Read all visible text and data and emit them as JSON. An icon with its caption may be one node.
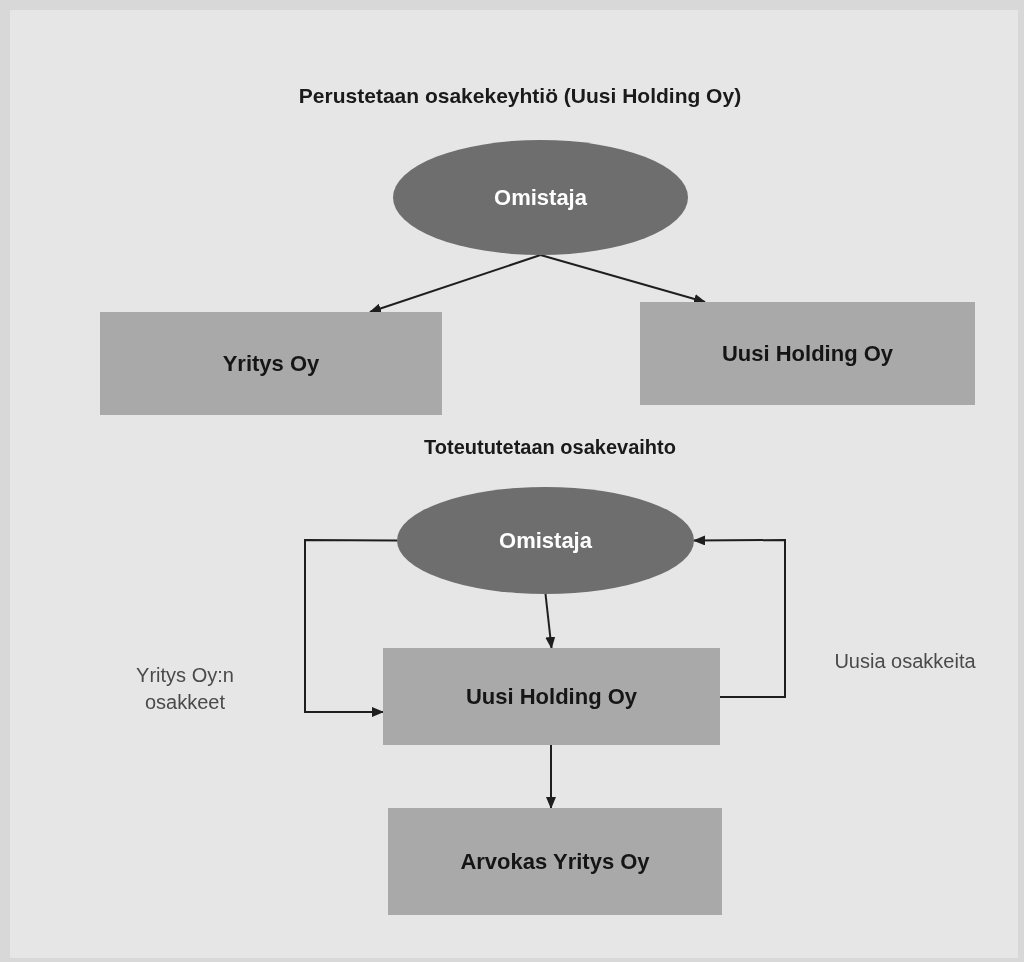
{
  "diagram": {
    "title": "Perustetaan osakekeyhtiö (Uusi Holding Oy)",
    "nodes": [
      {
        "text": [
          "Omistaja"
        ]
      },
      {
        "text": [
          "Yritys Oy"
        ]
      },
      {
        "text": [
          "Uusi Holding Oy"
        ]
      },
      {
        "text": [
          "Omistaja"
        ]
      },
      {
        "text": [
          "Uusi Holding Oy"
        ]
      },
      {
        "text": [
          "Arvokas Yritys Oy"
        ]
      }
    ],
    "edges": [
      {
        "from": 0,
        "to": 1,
        "arrow": "to"
      },
      {
        "from": 0,
        "to": 2,
        "arrow": "to"
      },
      {
        "from": 3,
        "to": 4,
        "arrow": "to",
        "label": "Yritys Oy:n osakkeet"
      },
      {
        "from": 4,
        "to": 3,
        "arrow": "to",
        "label": "Uusia osakkeita"
      },
      {
        "from": 3,
        "to": 4,
        "arrow": "to"
      },
      {
        "from": 4,
        "to": 5,
        "arrow": "to"
      }
    ],
    "labels": [
      "Toteututetaan osakevaihto"
    ]
  }
}
